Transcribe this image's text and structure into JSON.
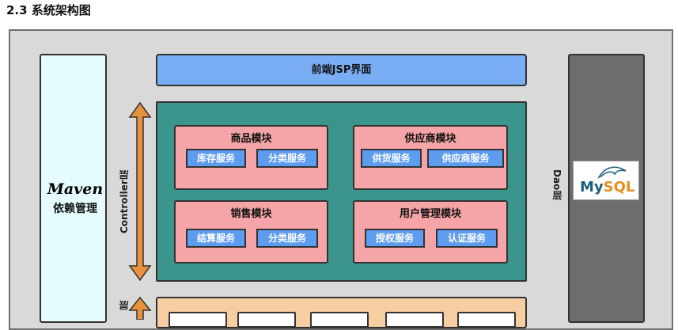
{
  "title": "2.3 系统架构图",
  "maven": {
    "logo": "Maven",
    "label": "依赖管理"
  },
  "front": {
    "label": "前端JSP界面"
  },
  "layers": {
    "controller": "Controller层",
    "dao": "Dao层",
    "bottom_partial": "层"
  },
  "mysql": {
    "my": "My",
    "sql": "SQL"
  },
  "modules": [
    {
      "title": "商品模块",
      "services": [
        "库存服务",
        "分类服务"
      ]
    },
    {
      "title": "供应商模块",
      "services": [
        "供货服务",
        "供应商服务"
      ]
    },
    {
      "title": "销售模块",
      "services": [
        "结算服务",
        "分类服务"
      ]
    },
    {
      "title": "用户管理模块",
      "services": [
        "授权服务",
        "认证服务"
      ]
    }
  ],
  "colors": {
    "frame": "#d9d9d9",
    "maven_bg": "#e6fbfd",
    "front_bg": "#79aef5",
    "controller_bg": "#3b958c",
    "module_bg": "#f5a4a7",
    "service_bg": "#5e9cf0",
    "dao_bg": "#6d6d6d",
    "arrow": "#e8913c",
    "bottom_bg": "#f7cea1"
  }
}
